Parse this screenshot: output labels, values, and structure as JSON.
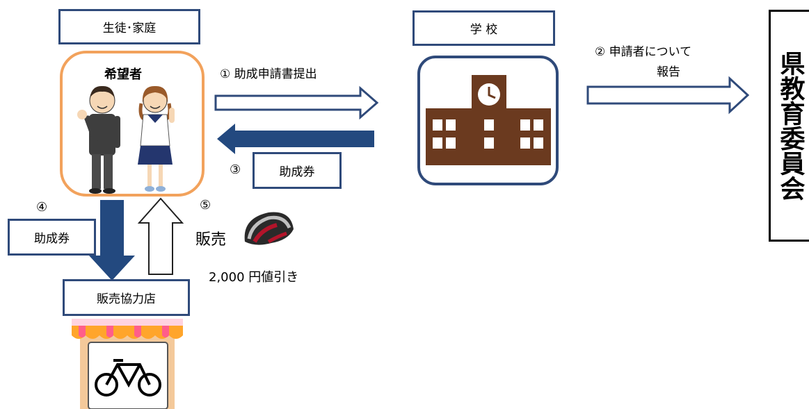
{
  "students_label": "生徒･家庭",
  "applicant_label": "希望者",
  "school_label": "学 校",
  "board_label": "県教育委員会",
  "step1_label": "① 助成申請書提出",
  "step2_label": "② 申請者について",
  "step2_label_line2": "報告",
  "step3_number": "③",
  "step3_box": "助成券",
  "step4_number": "④",
  "step4_box": "助成券",
  "step5_number": "⑤",
  "step5_sale": "販売",
  "discount_label": "2,000 円値引き",
  "store_label": "販売協力店",
  "colors": {
    "box_border": "#2f4a7a",
    "applicant_frame": "#f2a25c",
    "filled_arrow": "#23497f",
    "building": "#6b3a1f",
    "school_frame": "#2f4a7a"
  },
  "icons": {
    "students": "student-boy-girl-icon",
    "school": "school-building-icon",
    "helmet": "bicycle-helmet-icon",
    "store": "bicycle-shop-icon"
  }
}
